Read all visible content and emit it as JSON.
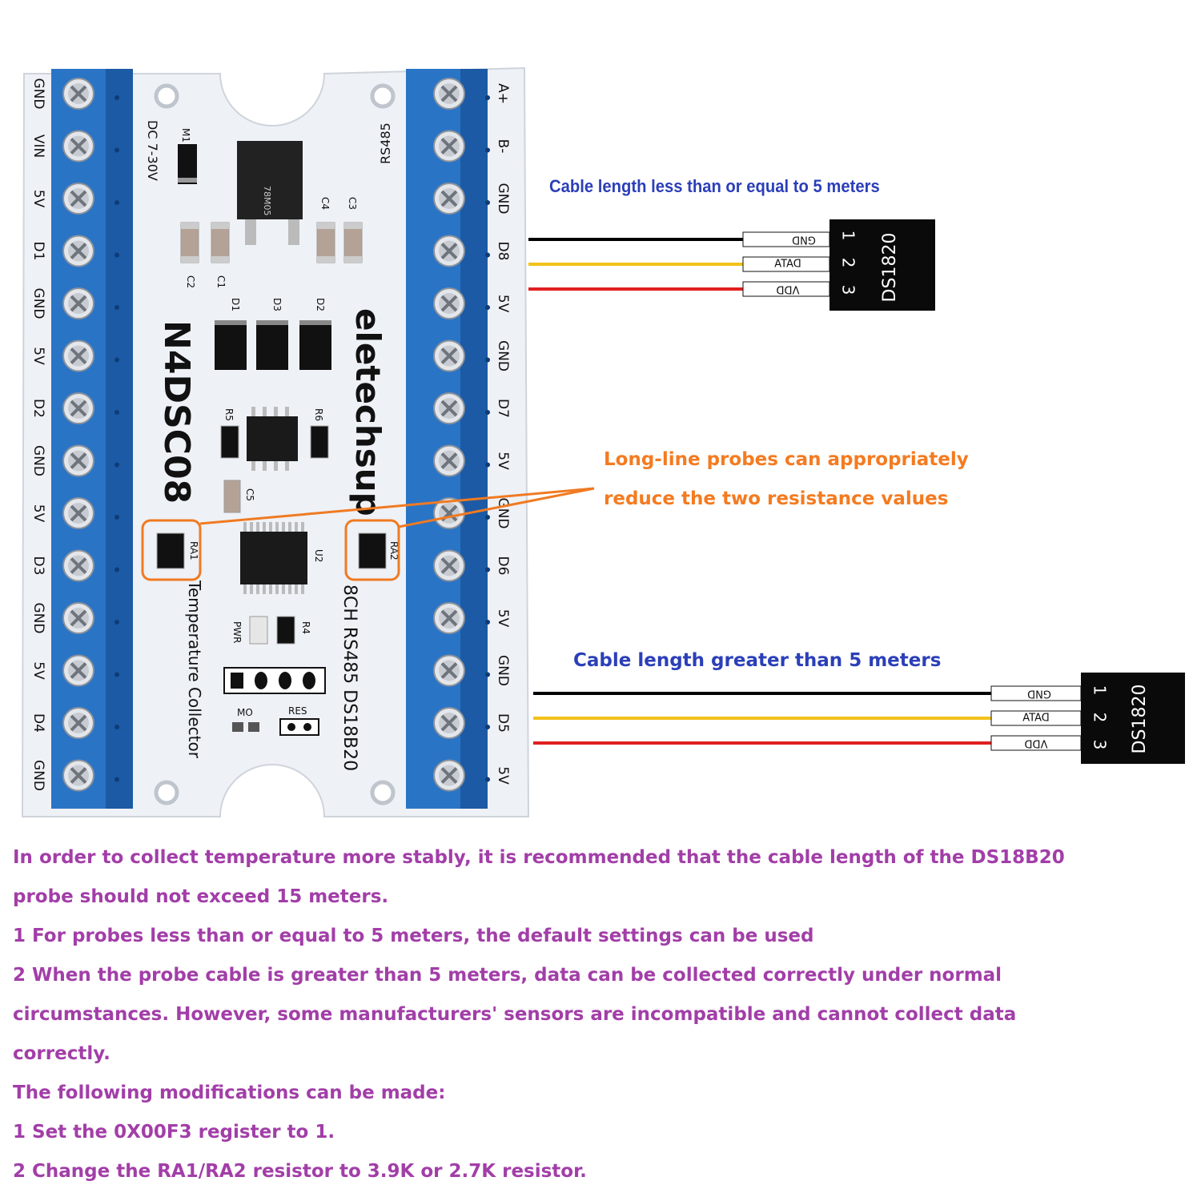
{
  "colors": {
    "board": "#eef1f6",
    "terminal": "#2a74c6",
    "terminal_dark": "#1c5aa5",
    "screw": "#c8ccd2",
    "sensor": "#0a0a0a",
    "wire_gnd": "#000000",
    "wire_data": "#f2c21b",
    "wire_vdd": "#e02020",
    "highlight": "#f07a22",
    "callout_blue": "#2b3fb8",
    "callout_orange": "#f47b20",
    "notes": "#a23ea8"
  },
  "board": {
    "model": "N4DSC08",
    "brand": "eletechsup",
    "subtitle": "Temperature Collector",
    "spec": "8CH RS485 DS18B20",
    "power": "DC 7-30V",
    "rs485": "RS485",
    "regulator": "78M05",
    "left_pins": [
      "GND",
      "VIN",
      "5V",
      "D1",
      "GND",
      "5V",
      "D2",
      "GND",
      "5V",
      "D3",
      "GND",
      "5V",
      "D4",
      "GND"
    ],
    "right_pins": [
      "A+",
      "B-",
      "GND",
      "D8",
      "5V",
      "GND",
      "D7",
      "5V",
      "GND",
      "D6",
      "5V",
      "GND",
      "D5",
      "5V"
    ],
    "parts": {
      "m1": "M1",
      "c1": "C1",
      "c2": "C2",
      "c3": "C3",
      "c4": "C4",
      "c5": "C5",
      "d1": "D1",
      "d2": "D2",
      "d3": "D3",
      "r4": "R4",
      "r5": "R5",
      "r6": "R6",
      "u2": "U2",
      "ra1": "RA1",
      "ra2": "RA2",
      "pwr": "PWR",
      "mo": "MO",
      "res": "RES"
    }
  },
  "sensor": {
    "name": "DS1820",
    "pins": [
      {
        "num": "1",
        "label": "GND"
      },
      {
        "num": "2",
        "label": "DATA"
      },
      {
        "num": "3",
        "label": "VDD"
      }
    ]
  },
  "callouts": {
    "short_cable": "Cable length less than or equal to 5 meters",
    "long_cable": "Cable length greater than 5 meters",
    "resistor_tip_line1": "Long-line probes can appropriately",
    "resistor_tip_line2": "reduce the two resistance values"
  },
  "notes": [
    "In order to collect temperature more stably, it is recommended that the cable length of the DS18B20",
    "probe should not exceed 15 meters.",
    "1 For probes less than or equal to 5 meters, the default settings can be used",
    "2 When the probe cable is greater than 5 meters, data can be collected correctly under normal",
    "circumstances. However, some manufacturers' sensors are incompatible and cannot collect data",
    "correctly.",
    "The following modifications can be made:",
    "1 Set the 0X00F3 register to 1.",
    "2 Change the RA1/RA2 resistor to 3.9K or 2.7K resistor."
  ]
}
